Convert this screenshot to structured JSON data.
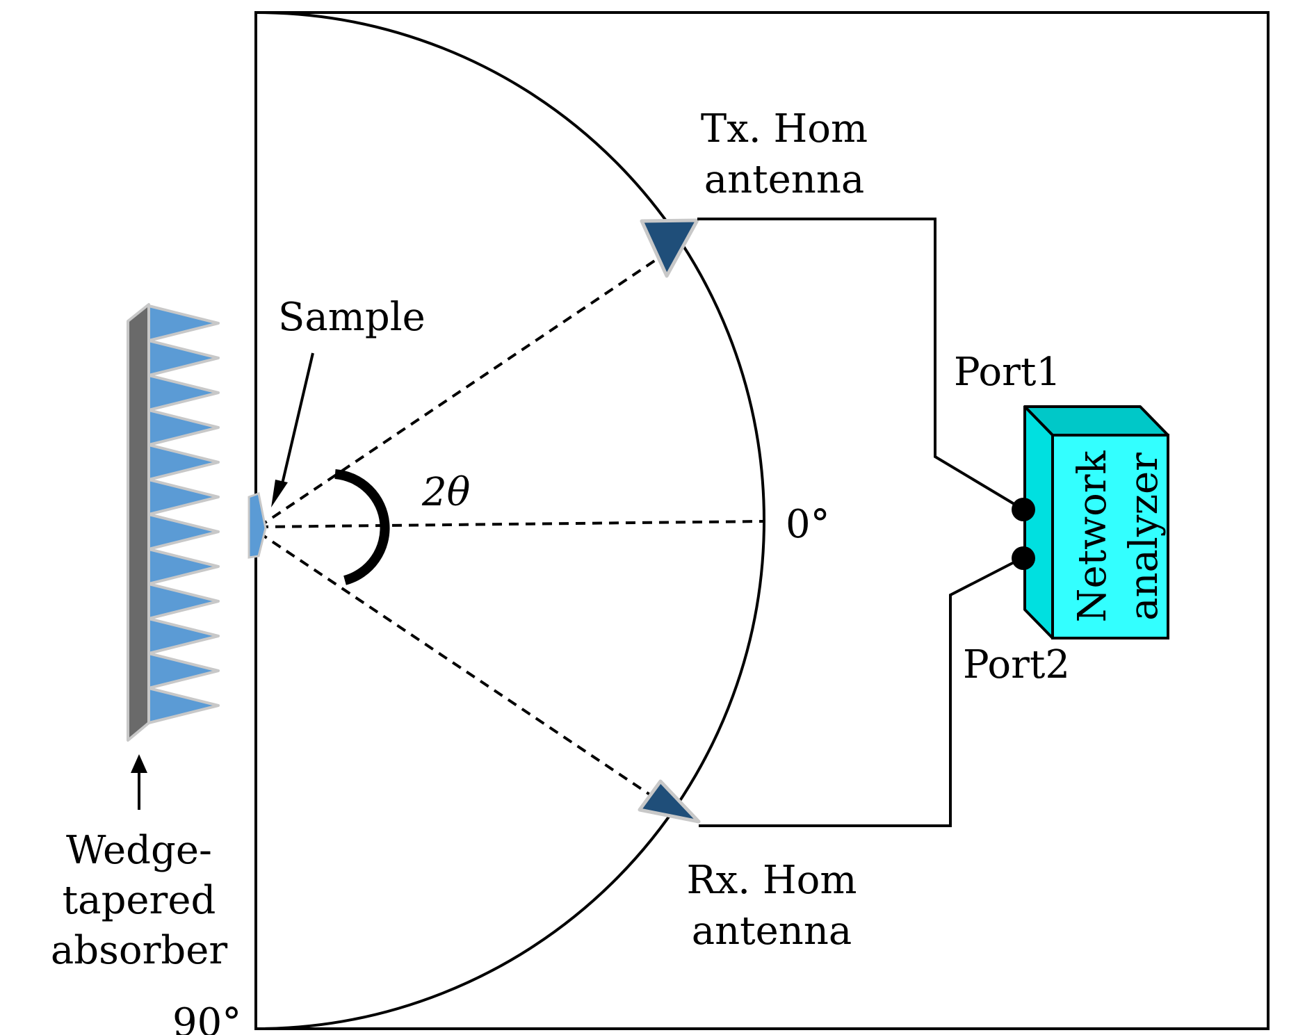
{
  "labels": {
    "tx_line1": "Tx. Hom",
    "tx_line2": "antenna",
    "rx_line1": "Rx. Hom",
    "rx_line2": "antenna",
    "sample": "Sample",
    "angle": "2θ",
    "zero_deg": "0°",
    "ninety_deg": "90°",
    "port1": "Port1",
    "port2": "Port2",
    "analyzer_line1": "Network",
    "analyzer_line2": "analyzer",
    "absorber_line1": "Wedge-",
    "absorber_line2": "tapered",
    "absorber_line3": "absorber"
  },
  "colors": {
    "wedge_fill": "#5b9bd5",
    "wedge_stroke": "#c8c8c8",
    "absorber_base": "#6a6a6a",
    "horn_fill": "#1f4e79",
    "analyzer_front": "#33ffff",
    "analyzer_top": "#00c8c8",
    "analyzer_side": "#00e0e0",
    "sample_fill": "#5b9bd5"
  }
}
